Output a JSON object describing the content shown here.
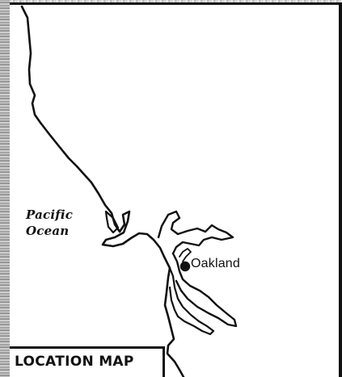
{
  "map": {
    "ocean_label_line1": "Pacific",
    "ocean_label_line2": "Ocean",
    "city_label": "Oakland",
    "legend_title": "LOCATION MAP"
  },
  "colors": {
    "ink": "#111111",
    "background": "#ffffff"
  }
}
